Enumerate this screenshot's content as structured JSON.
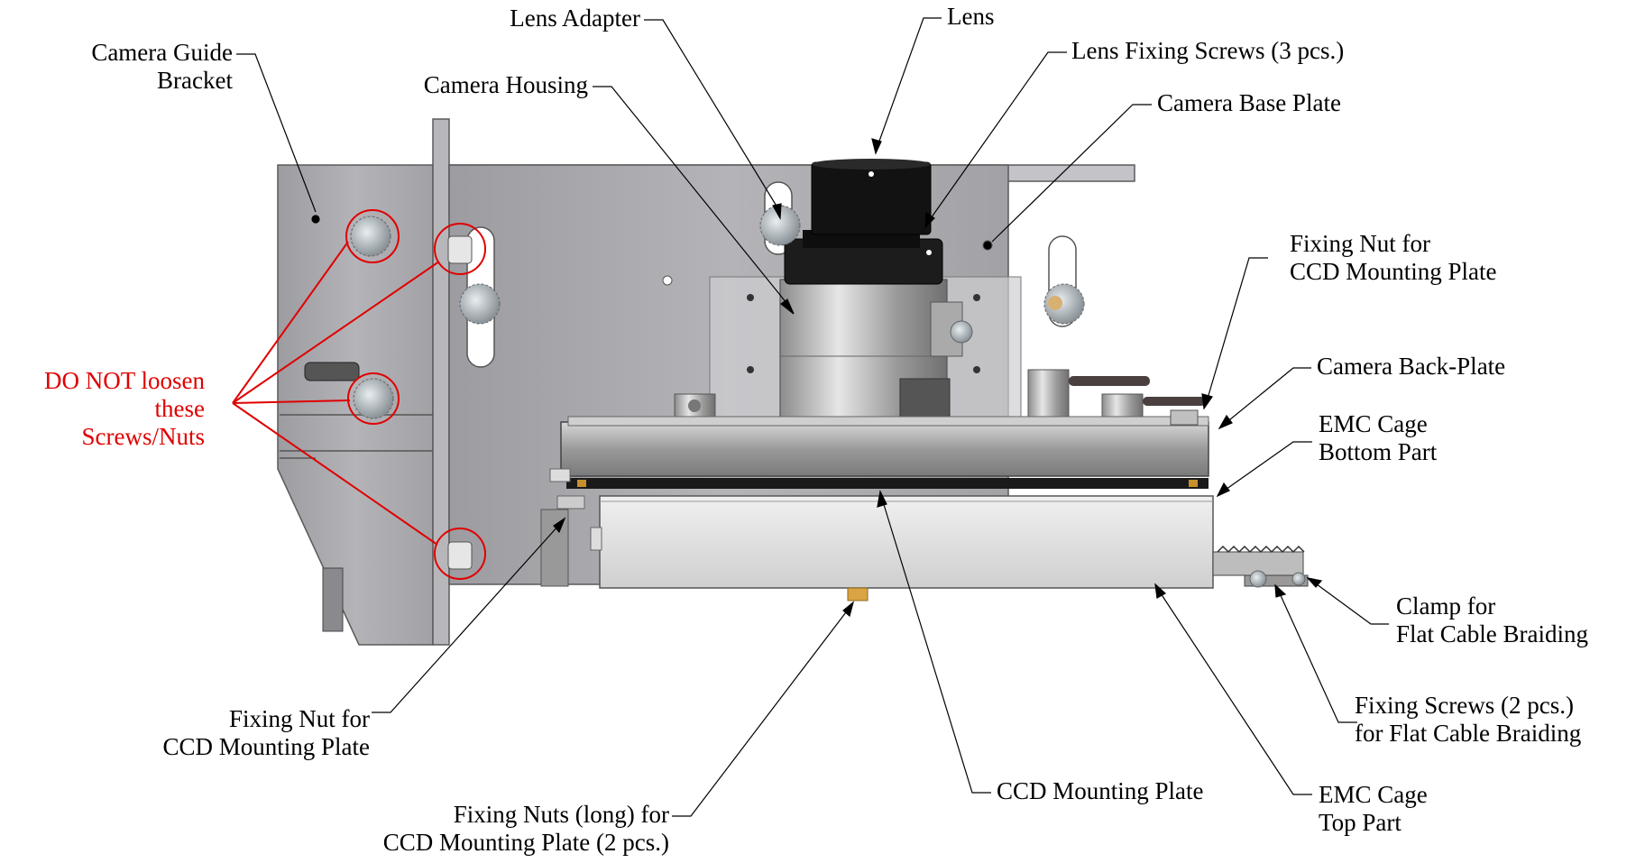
{
  "labels": {
    "camera_guide_bracket": [
      "Camera Guide",
      "Bracket"
    ],
    "lens_adapter": [
      "Lens Adapter"
    ],
    "lens": [
      "Lens"
    ],
    "camera_housing": [
      "Camera Housing"
    ],
    "lens_fixing_screws": [
      "Lens Fixing Screws (3 pcs.)"
    ],
    "camera_base_plate": [
      "Camera Base Plate"
    ],
    "fixing_nut_top": [
      "Fixing Nut for",
      "CCD Mounting Plate"
    ],
    "camera_back_plate": [
      "Camera Back-Plate"
    ],
    "emc_cage_bottom": [
      "EMC Cage",
      "Bottom Part"
    ],
    "clamp_flat_cable": [
      "Clamp for",
      "Flat Cable Braiding"
    ],
    "fixing_screws_flat_cable": [
      "Fixing Screws (2 pcs.)",
      "for Flat Cable Braiding"
    ],
    "fixing_nut_left": [
      "Fixing Nut for",
      "CCD Mounting Plate"
    ],
    "fixing_nuts_long": [
      "Fixing Nuts (long) for",
      "CCD Mounting Plate (2 pcs.)"
    ],
    "ccd_mounting_plate": [
      "CCD Mounting Plate"
    ],
    "emc_cage_top": [
      "EMC Cage",
      "Top Part"
    ]
  },
  "warning": [
    "DO NOT loosen",
    "these",
    "Screws/Nuts"
  ],
  "colors": {
    "warning": "#e00000",
    "metal_sheet": "#a9a9ad",
    "lens_black": "#111111"
  }
}
